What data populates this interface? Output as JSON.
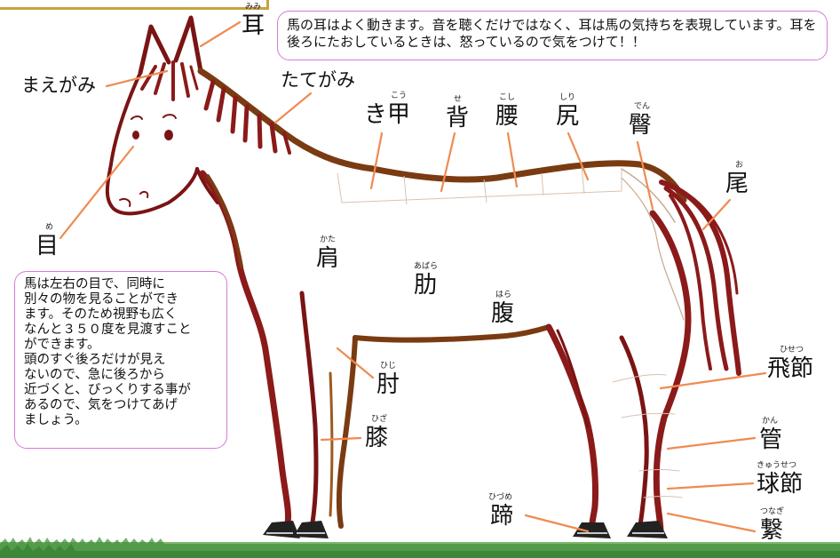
{
  "notes": {
    "ear": "馬の耳はよく動きます。音を聴くだけではなく、耳は馬の気持ちを表現しています。耳を後ろにたおしているときは、怒っているので気をつけて！！",
    "eye_lines": [
      "馬は左右の目で、同時に",
      "別々の物を見ることができ",
      "ます。そのため視野も広く",
      "なんと３５０度を見渡すこと",
      "ができます。",
      "頭のすぐ後ろだけが見え",
      "ないので、急に後ろから",
      "近づくと、びっくりする事が",
      "あるので、気をつけてあげ",
      "ましょう。"
    ]
  },
  "labels": {
    "mimi": {
      "text": "耳",
      "ruby": "みみ"
    },
    "maegami": {
      "text": "まえがみ"
    },
    "tategami": {
      "text": "たてがみ"
    },
    "kiko": {
      "text": "き甲",
      "ruby": "こう"
    },
    "se": {
      "text": "背",
      "ruby": "せ"
    },
    "koshi": {
      "text": "腰",
      "ruby": "こし"
    },
    "shiri": {
      "text": "尻",
      "ruby": "しり"
    },
    "den": {
      "text": "臀",
      "ruby": "でん"
    },
    "o": {
      "text": "尾",
      "ruby": "お"
    },
    "me": {
      "text": "目",
      "ruby": "め"
    },
    "kata": {
      "text": "肩",
      "ruby": "かた"
    },
    "abara": {
      "text": "肋",
      "ruby": "あばら"
    },
    "hara": {
      "text": "腹",
      "ruby": "はら"
    },
    "hiji": {
      "text": "肘",
      "ruby": "ひじ"
    },
    "hiza": {
      "text": "膝",
      "ruby": "ひざ"
    },
    "hisetsu": {
      "text": "飛節",
      "ruby": "ひせつ"
    },
    "kan": {
      "text": "管",
      "ruby": "かん"
    },
    "kyusetsu": {
      "text": "球節",
      "ruby": "きゅうせつ"
    },
    "tsunagi": {
      "text": "繋",
      "ruby": "つなぎ"
    },
    "hizume": {
      "text": "蹄",
      "ruby": "ひづめ"
    }
  },
  "colors": {
    "outline": "#7a1414",
    "mane": "#8b1a1a",
    "back_line": "#7a3b12",
    "leader": "#f08a50",
    "note_border": "#d77ad6",
    "grass": "#3f8f3a"
  }
}
